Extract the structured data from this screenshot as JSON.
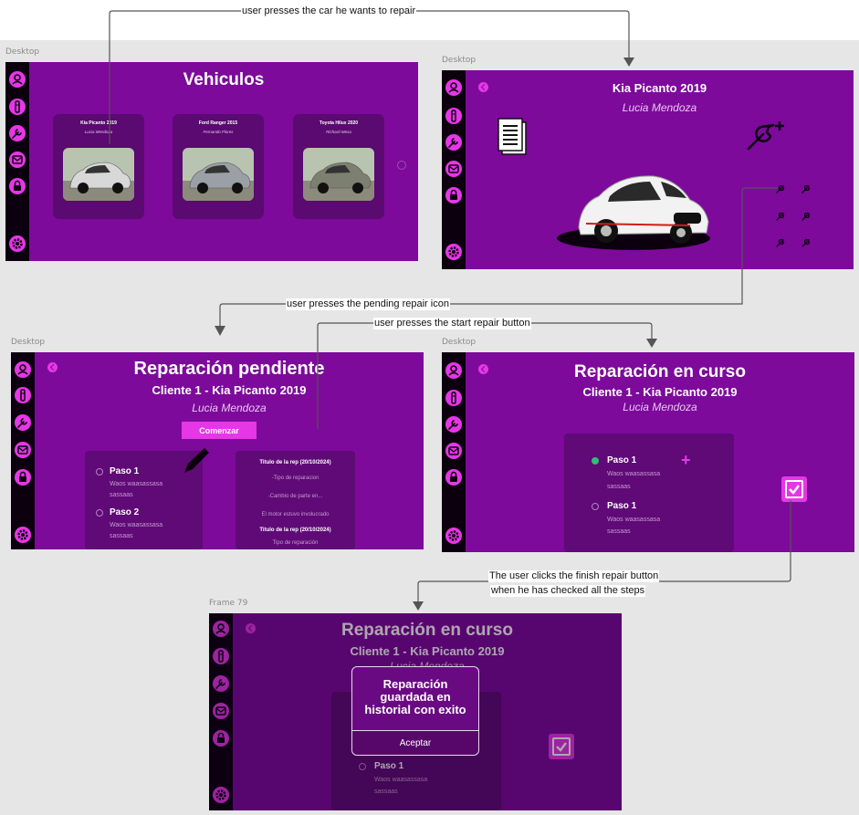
{
  "colors": {
    "frame": "#7d0a9b",
    "sidebar": "#0c000f",
    "accent": "#e637e6",
    "panel": "#5f0a76"
  },
  "flow": {
    "label1": "user presses the car he wants to repair",
    "label2": "user presses the pending repair icon",
    "label3": "user presses the start repair button",
    "label4_line1": "The user clicks the finish repair button",
    "label4_line2": "when he has checked all the steps"
  },
  "frames": {
    "f1_label": "Desktop",
    "f2_label": "Desktop",
    "f3_label": "Desktop",
    "f4_label": "Desktop",
    "f5_label": "Frame 79"
  },
  "sidebar_icons": [
    "user-icon",
    "bottle-icon",
    "wrench-icon",
    "mail-icon",
    "lock-icon",
    "settings-icon"
  ],
  "vehicles": {
    "title": "Vehiculos",
    "cards": [
      {
        "name": "Kia Picanto 2019",
        "owner": "Lucia Mendoza",
        "color": "#d8d8d8"
      },
      {
        "name": "Ford Ranger 2015",
        "owner": "Fernando Flores",
        "color": "#9aa0a5"
      },
      {
        "name": "Toyota Hilux 2020",
        "owner": "Richard Mesa",
        "color": "#7d8070"
      }
    ]
  },
  "detail": {
    "title": "Kia Picanto 2019",
    "owner": "Lucia Mendoza"
  },
  "pending": {
    "title": "Reparación pendiente",
    "subtitle": "Cliente 1 -  Kia Picanto 2019",
    "owner": "Lucia Mendoza",
    "start_button": "Comenzar",
    "steps": [
      {
        "title": "Paso 1",
        "desc1": "Waos waasassasa",
        "desc2": "sassaas"
      },
      {
        "title": "Paso 2",
        "desc1": "Waos waasassasa",
        "desc2": "sassaas"
      }
    ],
    "history": [
      {
        "text": "Titulo de la rep (20/10/2024)",
        "bold": true
      },
      {
        "text": "-Tipo de reparacion",
        "bold": false
      },
      {
        "text": "-Cambio de parte en...",
        "bold": false
      },
      {
        "text": "El motor estuvo involucrado",
        "bold": false
      },
      {
        "text": "Titulo de la rep (20/10/2024)",
        "bold": true
      },
      {
        "text": "Tipo de reparación",
        "bold": false
      }
    ]
  },
  "in_progress": {
    "title": "Reparación en curso",
    "subtitle": "Cliente 1 -  Kia Picanto 2019",
    "owner": "Lucia Mendoza",
    "steps": [
      {
        "title": "Paso 1",
        "desc1": "Waos waasassasa",
        "desc2": "sassaas",
        "done": true
      },
      {
        "title": "Paso 1",
        "desc1": "Waos waasassasa",
        "desc2": "sassaas",
        "done": false
      }
    ]
  },
  "finished": {
    "title": "Reparación en curso",
    "subtitle": "Cliente 1 -  Kia Picanto 2019",
    "owner": "Lucia Mendoza",
    "step_title": "Paso 1",
    "step_desc1": "Waos waasassasa",
    "step_desc2": "sassaas",
    "modal_line1": "Reparación",
    "modal_line2": "guardada en",
    "modal_line3": "historial con exito",
    "modal_button": "Aceptar"
  }
}
